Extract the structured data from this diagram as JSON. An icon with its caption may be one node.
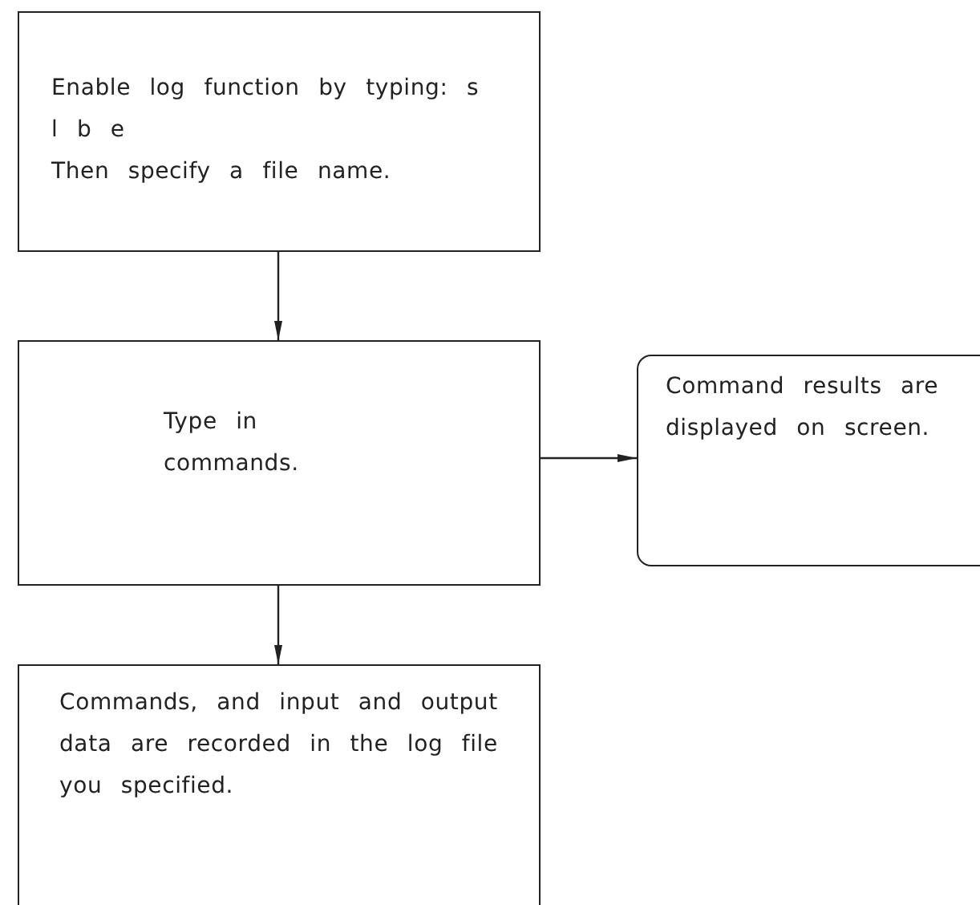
{
  "diagram": {
    "nodes": [
      {
        "text": [
          "Enable log function by typing: s l b e",
          "Then specify a file name."
        ]
      },
      {
        "text": [
          "Type in commands."
        ]
      },
      {
        "text": [
          "Command results are displayed on screen."
        ]
      },
      {
        "text": [
          "Commands, and input and output data are recorded in the log file you specified."
        ]
      }
    ],
    "edges": [
      {
        "from": 0,
        "to": 1,
        "arrow": "to"
      },
      {
        "from": 1,
        "to": 2,
        "arrow": "to"
      },
      {
        "from": 1,
        "to": 3,
        "arrow": "to"
      }
    ]
  }
}
